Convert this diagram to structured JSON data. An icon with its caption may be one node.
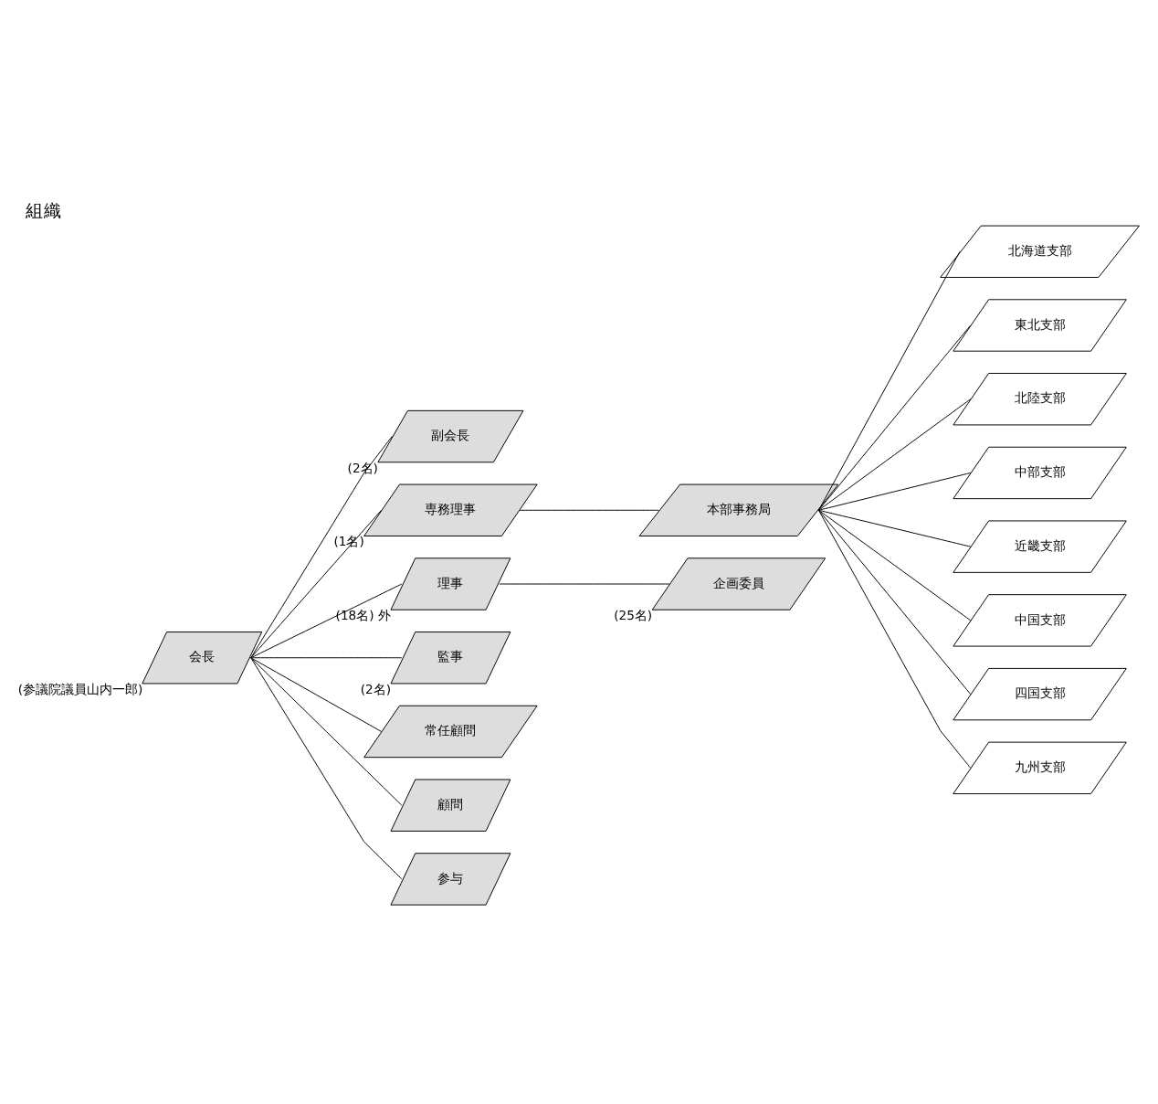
{
  "diagram": {
    "title": "組織",
    "nodes": [
      {
        "text": [
          "会長"
        ],
        "beside": [
          "(参議院議員山内一郎)"
        ]
      },
      {
        "text": [
          "副会長"
        ],
        "beside": [
          "(2名)"
        ]
      },
      {
        "text": [
          "専務理事"
        ],
        "beside": [
          "(1名)"
        ]
      },
      {
        "text": [
          "本部事務局"
        ]
      },
      {
        "text": [
          "理事"
        ],
        "beside": [
          "(18名) 外"
        ]
      },
      {
        "text": [
          "企画委員"
        ],
        "beside": [
          "(25名)"
        ]
      },
      {
        "text": [
          "監事"
        ],
        "beside": [
          "(2名)"
        ]
      },
      {
        "text": [
          "常任顧問"
        ]
      },
      {
        "text": [
          "顧問"
        ]
      },
      {
        "text": [
          "参与"
        ]
      },
      {
        "text": [
          "北海道支部"
        ]
      },
      {
        "text": [
          "東北支部"
        ]
      },
      {
        "text": [
          "北陸支部"
        ]
      },
      {
        "text": [
          "中部支部"
        ]
      },
      {
        "text": [
          "近畿支部"
        ]
      },
      {
        "text": [
          "中国支部"
        ]
      },
      {
        "text": [
          "四国支部"
        ]
      },
      {
        "text": [
          "九州支部"
        ]
      }
    ],
    "edges": [
      {
        "from": 0,
        "to": 1,
        "arrow": "none"
      },
      {
        "from": 0,
        "to": 2,
        "arrow": "none"
      },
      {
        "from": 0,
        "to": 4,
        "arrow": "none"
      },
      {
        "from": 0,
        "to": 6,
        "arrow": "none"
      },
      {
        "from": 0,
        "to": 7,
        "arrow": "none"
      },
      {
        "from": 0,
        "to": 8,
        "arrow": "none"
      },
      {
        "from": 0,
        "to": 9,
        "arrow": "none"
      },
      {
        "from": 2,
        "to": 3,
        "arrow": "none"
      },
      {
        "from": 4,
        "to": 5,
        "arrow": "none"
      },
      {
        "from": 3,
        "to": 10,
        "arrow": "none"
      },
      {
        "from": 3,
        "to": 11,
        "arrow": "none"
      },
      {
        "from": 3,
        "to": 12,
        "arrow": "none"
      },
      {
        "from": 3,
        "to": 13,
        "arrow": "none"
      },
      {
        "from": 3,
        "to": 14,
        "arrow": "none"
      },
      {
        "from": 3,
        "to": 15,
        "arrow": "none"
      },
      {
        "from": 3,
        "to": 16,
        "arrow": "none"
      },
      {
        "from": 3,
        "to": 17,
        "arrow": "none"
      }
    ]
  }
}
